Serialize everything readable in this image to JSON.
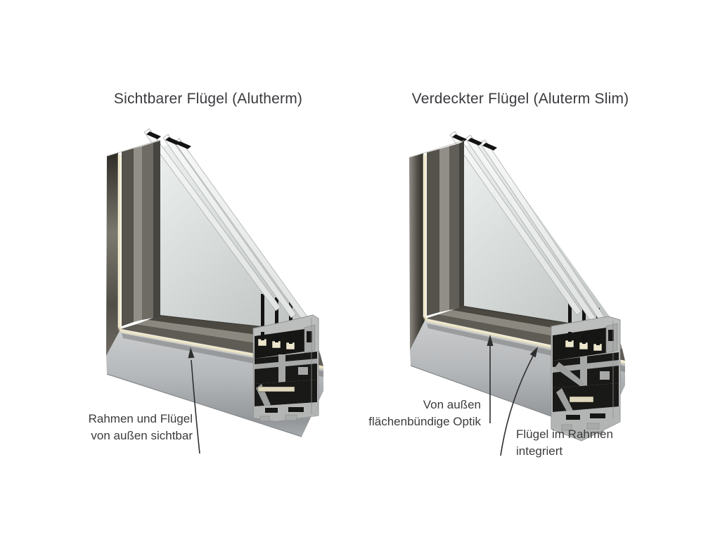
{
  "figure": {
    "panels": [
      {
        "title": "Sichtbarer Flügel (Alutherm)",
        "annotations": [
          {
            "lines": [
              "Rahmen und Flügel",
              "von außen sichtbar"
            ]
          }
        ]
      },
      {
        "title": "Verdeckter Flügel (Aluterm Slim)",
        "annotations": [
          {
            "lines": [
              "Von außen",
              "flächenbündige Optik"
            ]
          },
          {
            "lines": [
              "Flügel im Rahmen",
              "integriert"
            ]
          }
        ]
      }
    ]
  },
  "colors": {
    "background": "#ffffff",
    "title_text": "#3a3a3e",
    "annotation_text": "#3c3c3f",
    "leader_line": "#2e2e2e",
    "aluminum_silver": "#b7babb",
    "aluminum_dark_face": "#55524a",
    "thermal_break_black": "#161614",
    "gasket_cream": "#ece4c3",
    "glass_tint": "#d8dddc"
  }
}
